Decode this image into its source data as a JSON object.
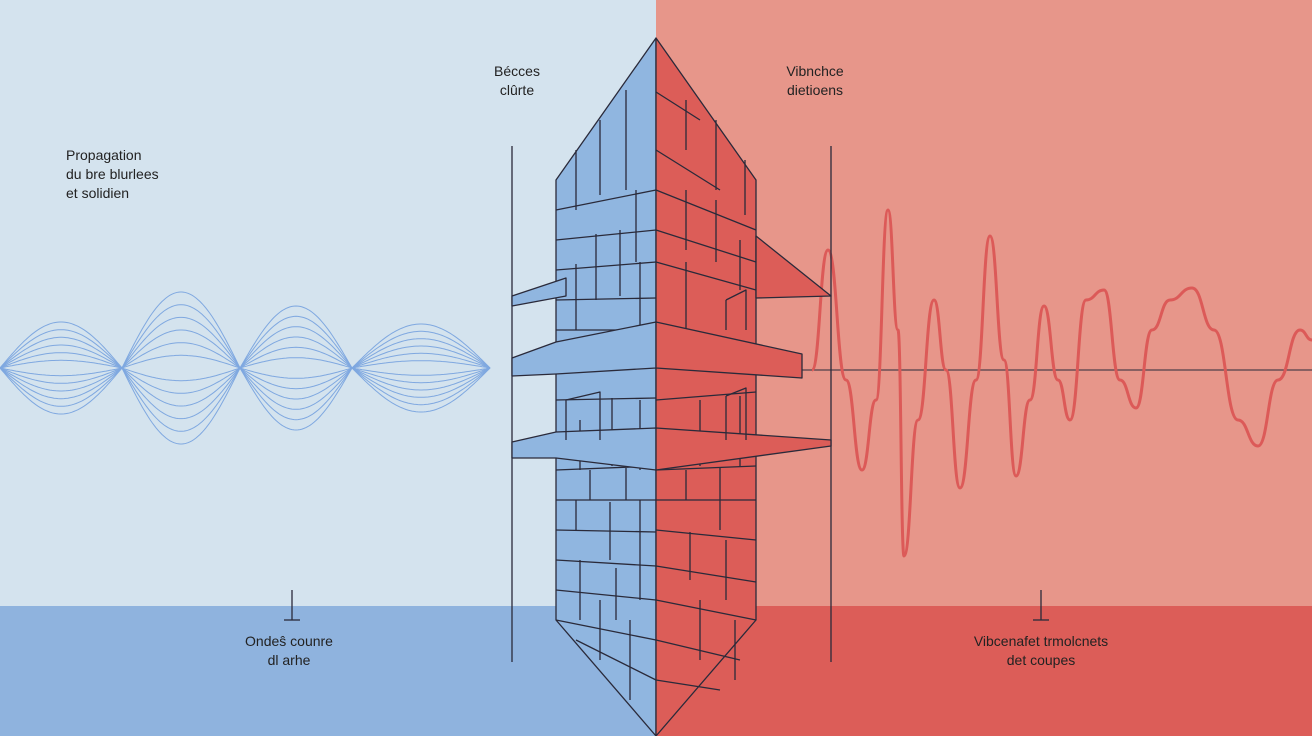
{
  "colors": {
    "left_bg": "#d4e3ee",
    "left_band": "#8fb3de",
    "right_bg": "#e7968a",
    "right_band": "#dc5d58",
    "blue_wave": "#7fa8e0",
    "red_wave": "#dc5a58",
    "wall_blue": "#90b6e0",
    "wall_red": "#dc5d58",
    "line": "#2a2a3a"
  },
  "labels": {
    "top_left": [
      "Propagation",
      "du bre blurlees",
      "et solidien"
    ],
    "top_center": [
      "Bécces",
      "clûrte"
    ],
    "top_right": [
      "Vibnchce",
      "dietioens"
    ],
    "bottom_left": [
      "Ondeŝ counre",
      "dl arhe"
    ],
    "bottom_right": [
      "Vibcenafet trmolcnets",
      "det coupes"
    ]
  },
  "diagram": {
    "left_wave": "airborne sound wave envelope",
    "right_wave": "structure-borne vibration wave",
    "wall": "brick wall in perspective, blue face and red face"
  }
}
